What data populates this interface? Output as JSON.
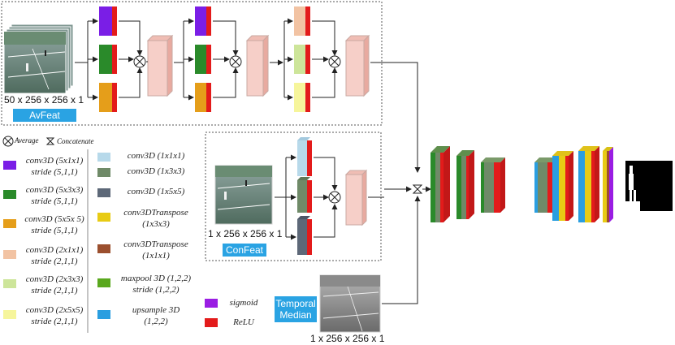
{
  "av_feat": {
    "label": "AvFeat",
    "input_dims": "50 x 256 x 256 x 1"
  },
  "con_feat": {
    "label": "ConFeat",
    "input_dims": "1 x 256 x 256 x 1"
  },
  "temporal_median": {
    "label_line1": "Temporal",
    "label_line2": "Median",
    "input_dims": "1 x 256 x 256 x 1"
  },
  "symbols": {
    "average": "Average",
    "concatenate": "Concatenate"
  },
  "legend_col1": [
    {
      "line1": "conv3D (5x1x1)",
      "line2": "stride (5,1,1)",
      "color": "#7a1ee6"
    },
    {
      "line1": "conv3D (5x3x3)",
      "line2": "stride (5,1,1)",
      "color": "#2a8a2a"
    },
    {
      "line1": "conv3D (5x5x 5)",
      "line2": "stride (5,1,1)",
      "color": "#e59e1a"
    },
    {
      "line1": "conv3D (2x1x1)",
      "line2": "stride (2,1,1)",
      "color": "#f2c3a3"
    },
    {
      "line1": "conv3D (2x3x3)",
      "line2": "stride (2,1,1)",
      "color": "#cde59a"
    },
    {
      "line1": "conv3D (2x5x5)",
      "line2": "stride (2,1,1)",
      "color": "#f6f59b"
    }
  ],
  "legend_col2": [
    {
      "line1": "conv3D (1x1x1)",
      "line2": "",
      "color": "#b7d9ea"
    },
    {
      "line1": "conv3D (1x3x3)",
      "line2": "",
      "color": "#6f8a68"
    },
    {
      "line1": "conv3D (1x5x5)",
      "line2": "",
      "color": "#5d6878"
    },
    {
      "line1": "conv3DTranspose",
      "line2": "(1x3x3)",
      "color": "#e8cb14"
    },
    {
      "line1": "conv3DTranspose",
      "line2": "(1x1x1)",
      "color": "#9b4f2e"
    },
    {
      "line1": "maxpool 3D (1,2,2)",
      "line2": "stride (1,2,2)",
      "color": "#5aa81e"
    },
    {
      "line1": "upsample 3D",
      "line2": "(1,2,2)",
      "color": "#2a9ee0"
    }
  ],
  "legend_col3": [
    {
      "line1": "sigmoid",
      "color": "#9a1de3"
    },
    {
      "line1": "ReLU",
      "color": "#e31b1b"
    }
  ],
  "colors": {
    "relu": "#e31b1b",
    "sigmoid": "#9a1de3",
    "feature_block": "#f6cfc8",
    "tag_blue": "#2aa3e3",
    "court_green": "#5f7d6c"
  }
}
